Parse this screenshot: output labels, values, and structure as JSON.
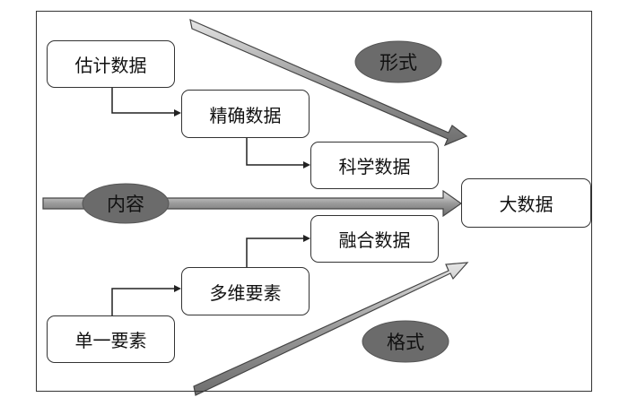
{
  "diagram": {
    "nodes": {
      "estimated": "估计数据",
      "precise": "精确数据",
      "scientific": "科学数据",
      "big_data": "大数据",
      "fused": "融合数据",
      "multi": "多维要素",
      "single": "单一要素"
    },
    "labels": {
      "form": "形式",
      "content": "内容",
      "format": "格式"
    },
    "colors": {
      "arrow_fill": "#8c8c8c",
      "arrow_light": "#d9d9d9",
      "ellipse_fill": "#666666",
      "border": "#333333"
    }
  }
}
